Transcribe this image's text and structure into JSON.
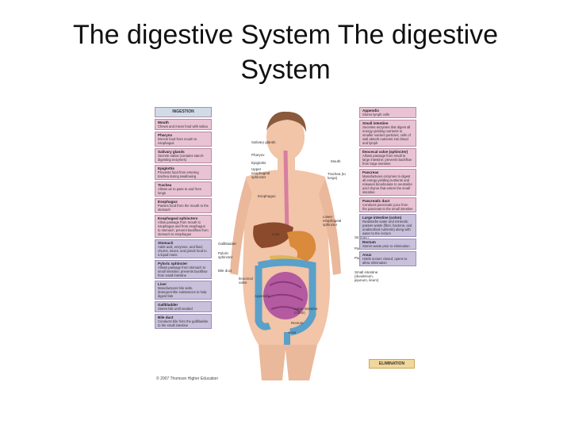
{
  "slide": {
    "title": "The digestive System The digestive System"
  },
  "figure": {
    "ingestion_header": "INGESTION",
    "elimination_label": "ELIMINATION",
    "copyright": "© 2007 Thomson Higher Education",
    "left_boxes": [
      {
        "title": "Mouth",
        "text": "Chews and mixes food with saliva"
      },
      {
        "title": "Pharynx",
        "text": "Directs food from mouth to esophagus"
      },
      {
        "title": "Salivary glands",
        "text": "Secrete saliva (contains starch-digesting enzymes)"
      },
      {
        "title": "Epiglottis",
        "text": "Prevents food from entering trachea during swallowing"
      },
      {
        "title": "Trachea",
        "text": "Allows air to pass to and from lungs"
      },
      {
        "title": "Esophagus",
        "text": "Passes food from the mouth to the stomach"
      },
      {
        "title": "Esophageal sphincters",
        "text": "Allow passage from mouth to esophagus and from esophagus to stomach; prevent backflow from stomach to esophagus"
      },
      {
        "title": "Stomach",
        "text": "Adds acid, enzymes, and fluid; churns, mixes, and grinds food to a liquid mass"
      },
      {
        "title": "Pyloric sphincter",
        "text": "Allows passage from stomach to small intestine; prevents backflow from small intestine"
      },
      {
        "title": "Liver",
        "text": "Manufactures bile salts, detergent-like substances to help digest fats"
      },
      {
        "title": "Gallbladder",
        "text": "Stores bile until needed"
      },
      {
        "title": "Bile duct",
        "text": "Conducts bile from the gallbladder to the small intestine"
      }
    ],
    "right_boxes": [
      {
        "title": "Appendix",
        "text": "Stores lymph cells"
      },
      {
        "title": "Small intestine",
        "text": "Secretes enzymes that digest all energy-yielding nutrients to smaller nutrient particles; cells of wall absorb nutrients into blood and lymph"
      },
      {
        "title": "Ileocecal valve (sphincter)",
        "text": "Allows passage from small to large intestine; prevents backflow from large intestine"
      },
      {
        "title": "Pancreas",
        "text": "Manufactures enzymes to digest all energy-yielding nutrients and releases bicarbonate to neutralize acid chyme that enters the small intestine"
      },
      {
        "title": "Pancreatic duct",
        "text": "Conducts pancreatic juice from the pancreas to the small intestine"
      },
      {
        "title": "Large intestine (colon)",
        "text": "Reabsorbs water and minerals; passes waste (fiber, bacteria, and unabsorbed nutrients) along with water to the rectum"
      },
      {
        "title": "Rectum",
        "text": "Stores waste prior to elimination"
      },
      {
        "title": "Anus",
        "text": "Holds rectum closed; opens to allow elimination"
      }
    ],
    "labels": {
      "salivary": "Salivary glands",
      "pharynx": "Pharynx",
      "epiglottis": "Epiglottis",
      "upper_sphincter": "Upper esophageal sphincter",
      "mouth": "Mouth",
      "trachea": "Trachea (to lungs)",
      "esophagus": "Esophagus",
      "lower_sphincter": "Lower esophageal sphincter",
      "liver": "Liver",
      "gallbladder": "Gallbladder",
      "pyloric": "Pyloric sphincter",
      "stomach": "Stomach",
      "pancreas": "Pancreas",
      "pancreatic_duct": "Pancreatic duct",
      "bile_duct": "Bile duct",
      "ileocecal": "Ileocecal valve",
      "small_int": "Small intestine (duodenum, jejunum, ileum)",
      "appendix": "Appendix",
      "large_int": "Large intestine (colon)",
      "rectum": "Rectum",
      "anus": "Anus"
    },
    "colors": {
      "pink_box": "#e9c3d4",
      "purple_box": "#c9c0dc",
      "skin": "#f2c4a8",
      "stomach": "#d98a3a",
      "intestine": "#b45aa0",
      "colon": "#5aa0c8"
    }
  }
}
